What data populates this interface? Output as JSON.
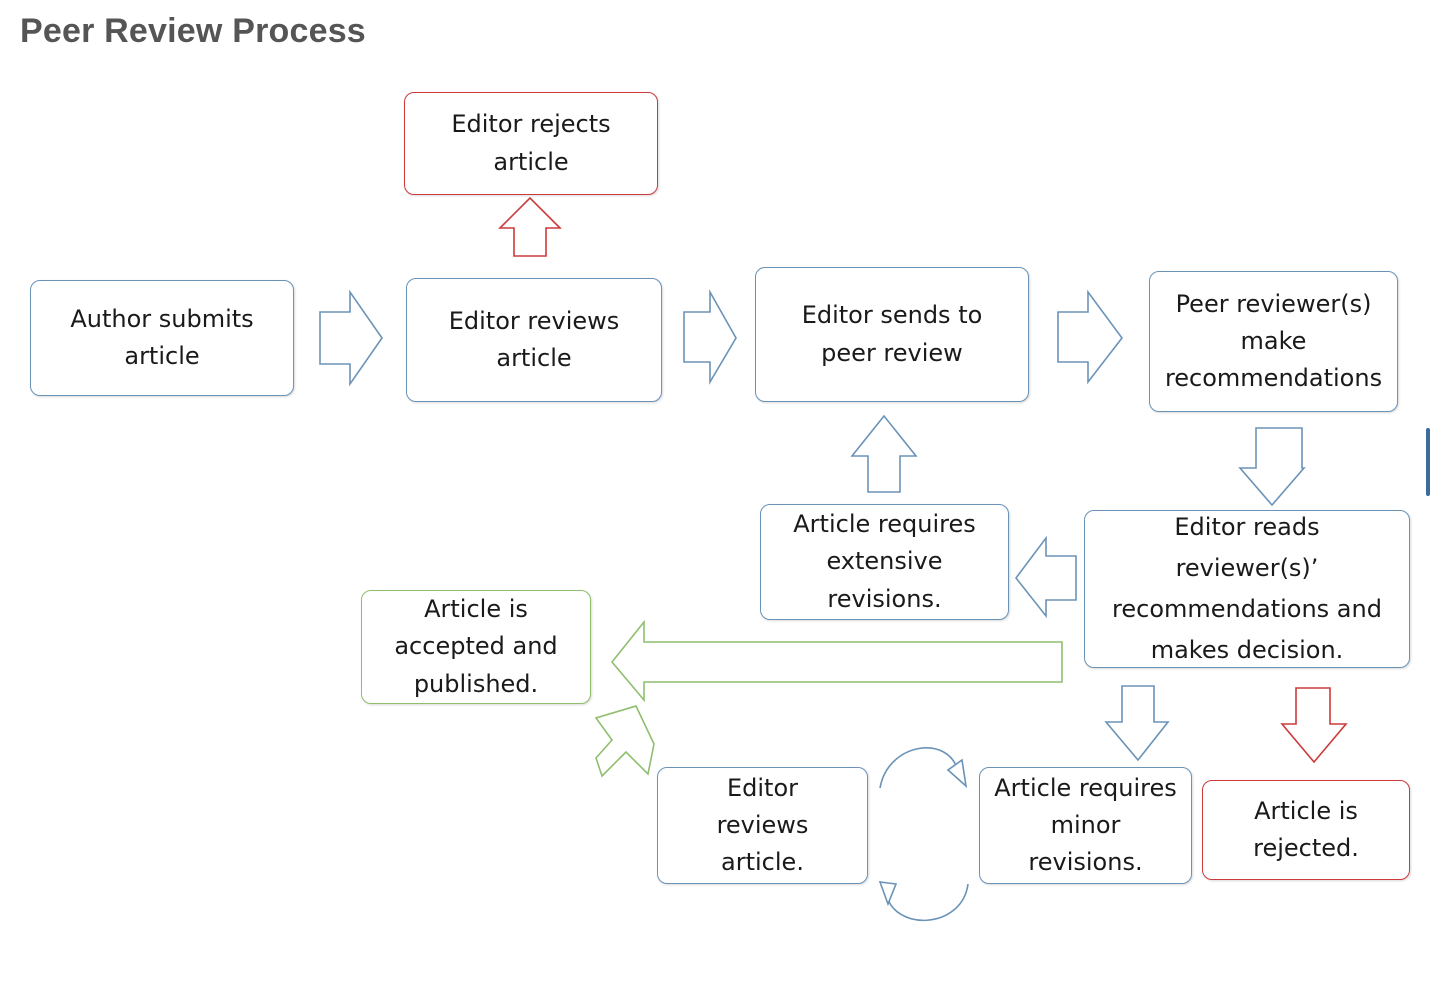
{
  "title": "Peer Review Process",
  "nodes": {
    "author_submits": "Author submits article",
    "editor_reviews": "Editor reviews article",
    "editor_sends": "Editor sends to peer review",
    "peer_reviewers": "Peer reviewer(s) make recommendations",
    "editor_rejects": "Editor rejects article",
    "editor_reads": "Editor reads reviewer(s)’ recommendations and makes decision.",
    "extensive_revisions": "Article requires extensive revisions.",
    "accepted_published": "Article is accepted and published.",
    "editor_reviews_article": "Editor reviews article.",
    "minor_revisions": "Article requires minor revisions.",
    "rejected": "Article is rejected."
  },
  "colors": {
    "flow": "#6b93b8",
    "reject": "#cc3b3b",
    "accept": "#8fbf6e",
    "title": "#555555"
  }
}
